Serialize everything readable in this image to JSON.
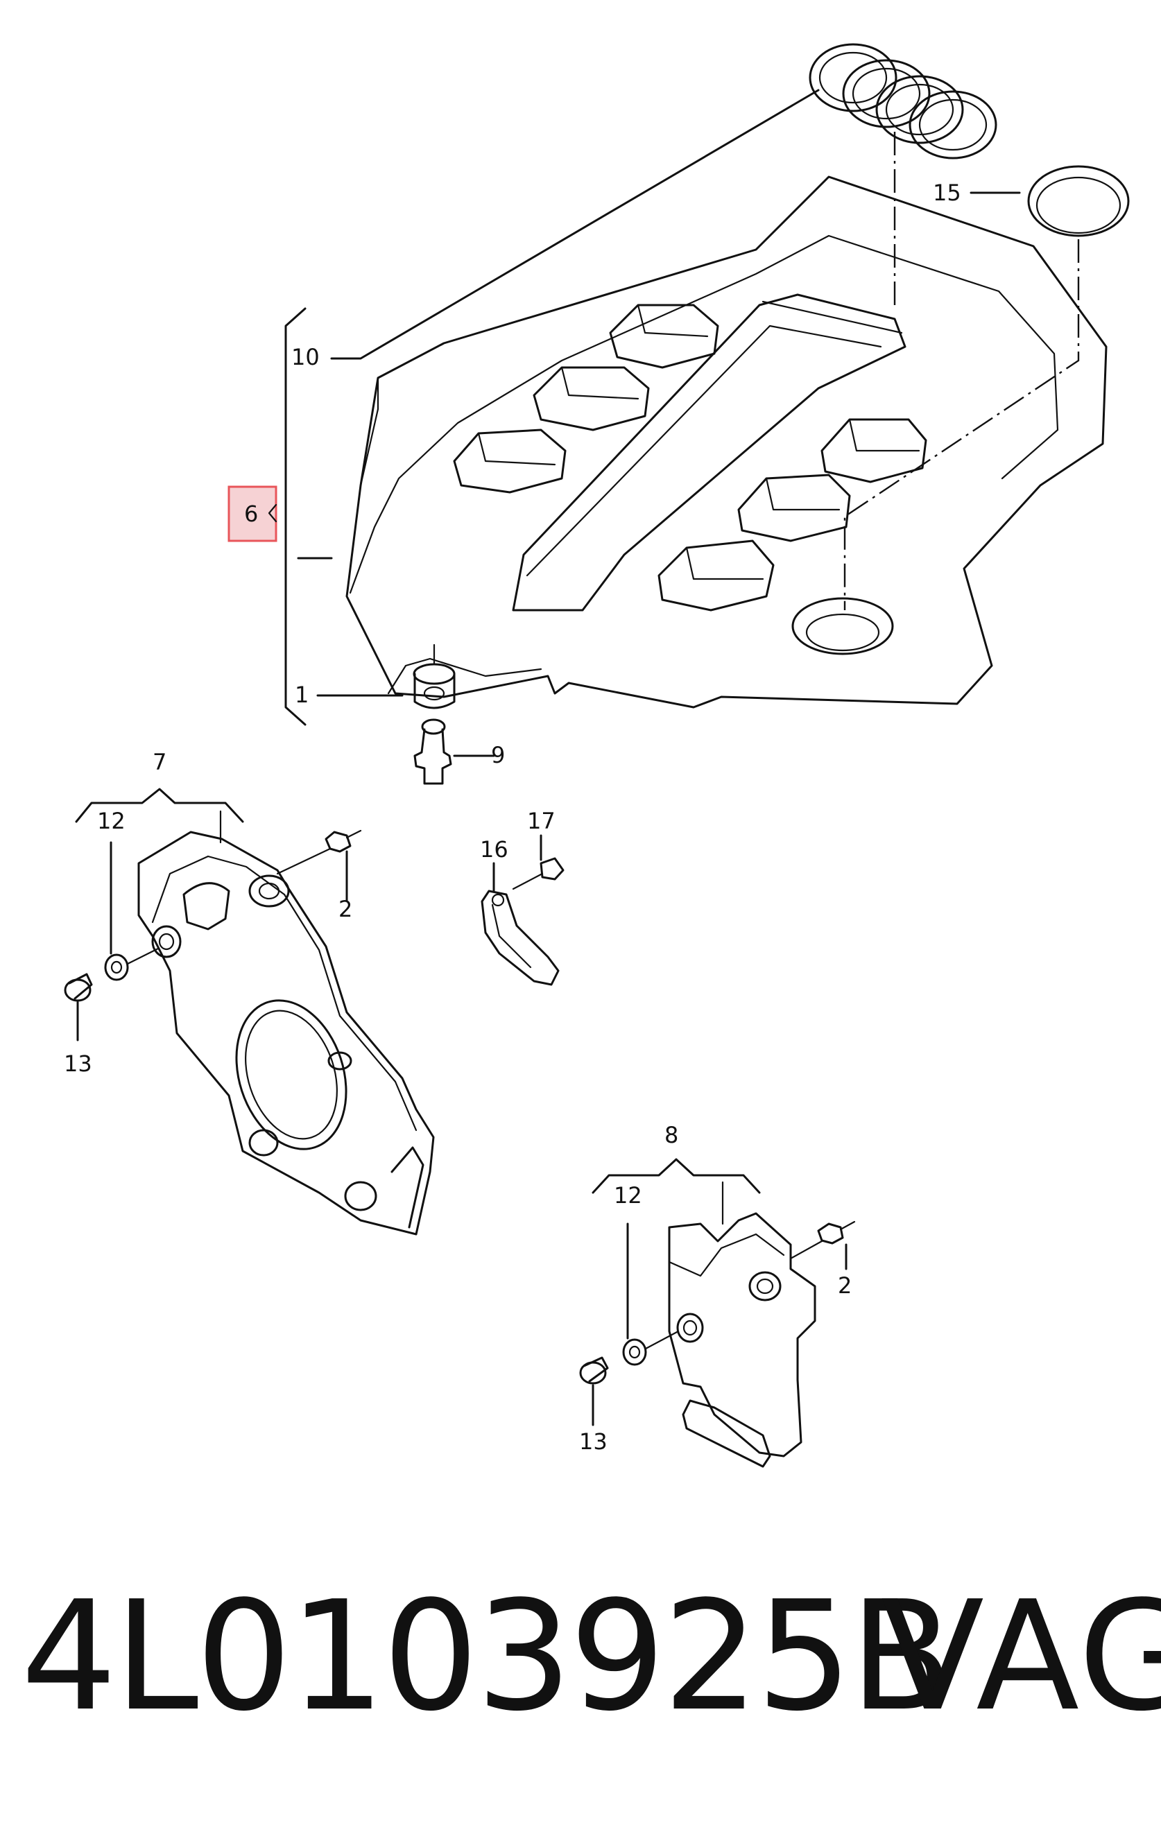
{
  "diagram": {
    "callouts": {
      "c1": "1",
      "c2a": "2",
      "c2b": "2",
      "c6": "6",
      "c7": "7",
      "c8": "8",
      "c9": "9",
      "c10": "10",
      "c12a": "12",
      "c12b": "12",
      "c13a": "13",
      "c13b": "13",
      "c15": "15",
      "c16": "16",
      "c17": "17"
    },
    "highlighted_callout": "6",
    "highlight_color": "#e8555a",
    "highlight_fill": "#f6d2d4"
  },
  "caption": {
    "part_number": "4L0103925B",
    "brand": "VAG"
  }
}
